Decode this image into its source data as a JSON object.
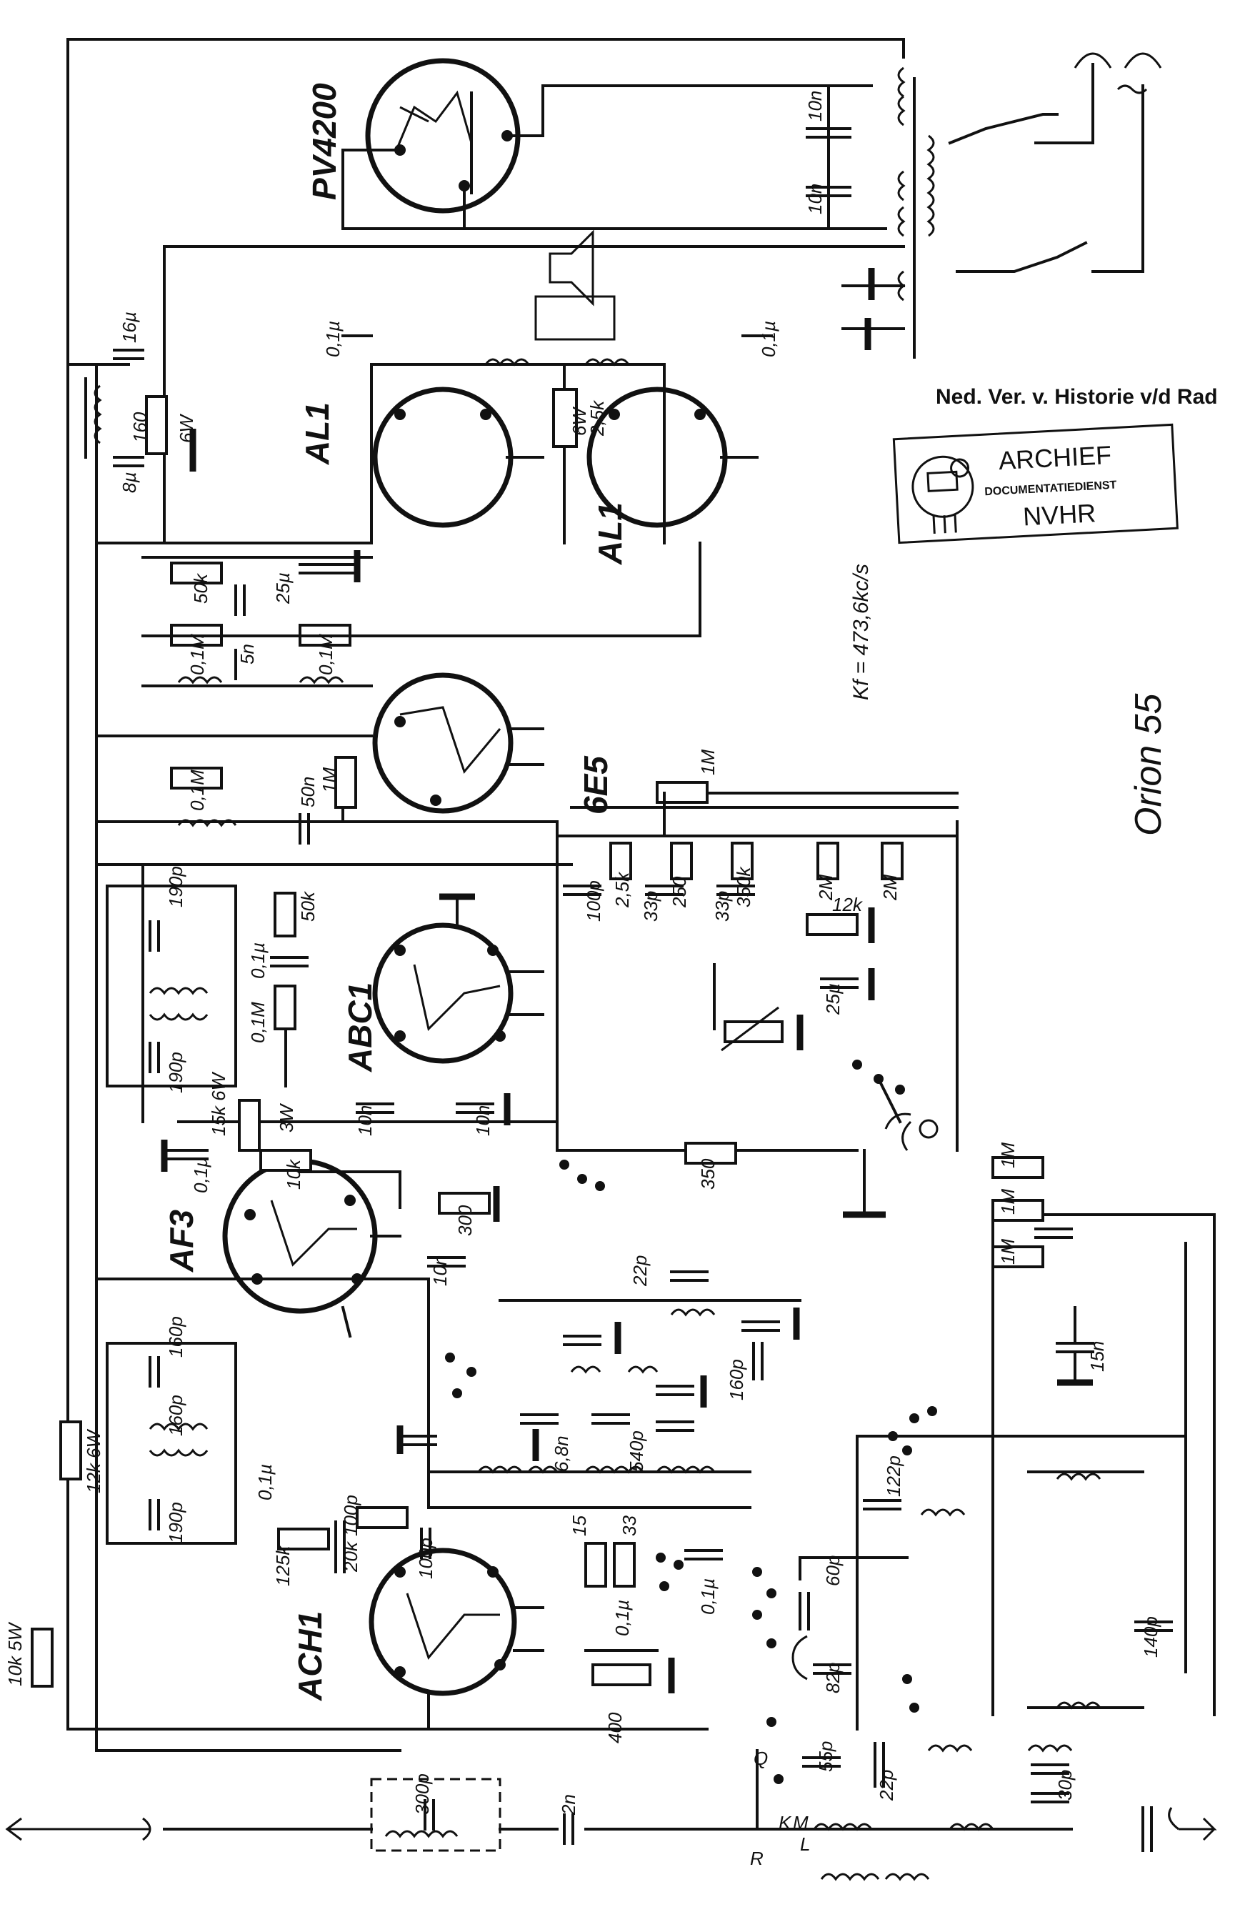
{
  "header": {
    "society": "Ned. Ver. v. Historie v/d Rad"
  },
  "stamp": {
    "line1": "ARCHIEF",
    "line2": "DOCUMENTATIEDIENST",
    "line3": "NVHR"
  },
  "model": "Orion 55",
  "if_note": "Kf = 473,6kc/s",
  "tubes": {
    "output_rect": "PV4200",
    "power_a": "AL1",
    "power_b": "AL1",
    "tuning_eye": "6E5",
    "detector": "ABC1",
    "if_amp": "AF3",
    "mixer": "ACH1"
  },
  "components": {
    "c_16u": "16µ",
    "c_8u": "8µ",
    "r_160": "160",
    "r_6w_a": "6W",
    "c_01u_left": "0,1µ",
    "c_01u_right": "0,1µ",
    "r_25k": "2,5k",
    "r_6w_b": "6W",
    "r_50k": "50k",
    "c_25u": "25µ",
    "r_01m_a": "0,1M",
    "r_01m_b": "0,1M",
    "c_5n": "5n",
    "r_01m_c": "0,1M",
    "c_50n": "50n",
    "r_1m_eye": "1M",
    "r_1m_top": "1M",
    "r_25k_b": "2,5k",
    "c_100p": "100p",
    "r_250": "250",
    "c_33p_a": "33p",
    "r_350k": "350k",
    "c_33p_b": "33p",
    "r_2m_a": "2M",
    "r_2m_b": "2M",
    "r_12k": "12k",
    "c_25u_b": "25µ",
    "c_190p_a": "190p",
    "c_190p_b": "190p",
    "r_50k_b": "50k",
    "c_01u_abc": "0,1µ",
    "r_01m_d": "0,1M",
    "r_15k_6w": "15k 6W",
    "r_10k_a": "10k",
    "c_01u_af3": "0,1µ",
    "r_3w": "3W",
    "c_10n_a": "10n",
    "c_10n_b": "10n",
    "r_350": "350",
    "r_300": "300",
    "c_10n_c": "10n",
    "c_22p_a": "22p",
    "r_1m_a": "1M",
    "r_1m_b": "1M",
    "r_1m_c": "1M",
    "c_15n": "15n",
    "c_160p_a": "160p",
    "c_160p_b": "160p",
    "c_160p_c": "160p",
    "c_190p_c": "190p",
    "c_6_8n": "6,8n",
    "c_540p": "540p",
    "r_12k_6w": "12k 6W",
    "c_10n_d": "10n",
    "c_01u_b": "0,1µ",
    "r_125k": "125k",
    "c_100p_b": "100p",
    "r_20k": "20k",
    "c_100p_c": "100p",
    "r_15": "15",
    "r_33": "33",
    "c_01u_c": "0,1µ",
    "c_01u_d": "0,1µ",
    "r_400": "400",
    "c_122p": "122p",
    "c_60p": "60p",
    "c_82p": "82p",
    "c_10n_e": "10n",
    "c_140p": "140p",
    "c_30p": "30p",
    "c_55p": "55p",
    "c_22p_b": "22p",
    "c_300p": "300p",
    "c_2n": "2n",
    "r_10k_5w": "10k 5W"
  },
  "switch_labels": {
    "q": "Q",
    "r": "R",
    "k": "K",
    "m": "M",
    "l": "L"
  }
}
